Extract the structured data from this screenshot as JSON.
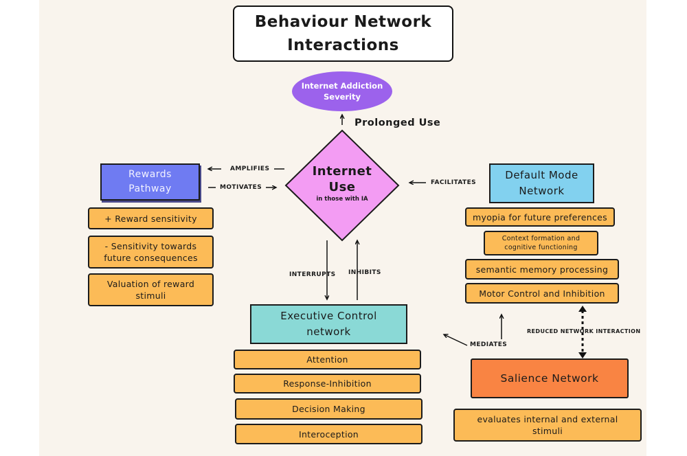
{
  "title": "Behaviour Network Interactions",
  "title_line1": "Behaviour Network",
  "title_line2": "Interactions",
  "ia_severity": {
    "line1": "Internet Addiction",
    "line2": "Severity"
  },
  "prolonged_use": "Prolonged Use",
  "internet_use": {
    "line1": "Internet",
    "line2": "Use",
    "sub": "in those with IA"
  },
  "rewards": {
    "title_line1": "Rewards",
    "title_line2": "Pathway",
    "items": [
      {
        "line1": "+ Reward sensitivity",
        "line2": ""
      },
      {
        "line1": "- Sensitivity towards",
        "line2": "future consequences"
      },
      {
        "line1": "Valuation of reward",
        "line2": "stimuli"
      }
    ]
  },
  "dmn": {
    "title_line1": "Default Mode",
    "title_line2": "Network",
    "items": [
      {
        "line1": "myopia for future preferences",
        "line2": ""
      },
      {
        "line1": "Context formation and",
        "line2": "cognitive functioning"
      },
      {
        "line1": "semantic memory processing",
        "line2": ""
      },
      {
        "line1": "Motor Control and Inhibition",
        "line2": ""
      }
    ]
  },
  "ecn": {
    "title_line1": "Executive Control",
    "title_line2": "network",
    "items": [
      "Attention",
      "Response-Inhibition",
      "Decision Making",
      "Interoception"
    ]
  },
  "salience": {
    "title": "Salience Network",
    "item_line1": "evaluates internal and external",
    "item_line2": "stimuli"
  },
  "edges": {
    "amplifies": "AMPLIFIES",
    "motivates": "MOTIVATES",
    "facilitates": "FACILITATES",
    "interrupts": "INTERRUPTS",
    "inhibits": "INHIBITS",
    "mediates": "MEDIATES",
    "reduced": "REDUCED NETWORK INTERACTION"
  },
  "colors": {
    "background": "#f9f4ed",
    "ellipse": "#9c62ec",
    "diamond": "#f39cf3",
    "rewards": "#6f7bf2",
    "dmn": "#82d1ef",
    "ecn": "#8ad9d6",
    "salience": "#f98443",
    "item": "#fcbb57"
  }
}
